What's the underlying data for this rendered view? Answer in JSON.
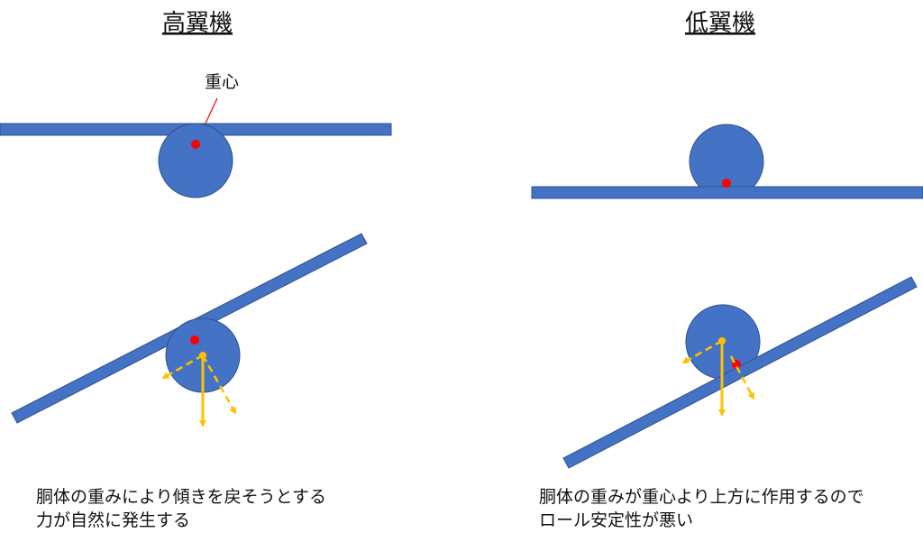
{
  "panels": {
    "left": {
      "title": "高翼機",
      "cg_label": "重心",
      "caption_lines": [
        "胴体の重みにより傾きを戻そうとする",
        "力が自然に発生する"
      ]
    },
    "right": {
      "title": "低翼機",
      "caption_lines": [
        "胴体の重みが重心より上方に作用するので",
        "ロール安定性が悪い"
      ]
    }
  },
  "colors": {
    "wing_fill": "#4472c4",
    "wing_stroke": "#2f528f",
    "cg_dot": "#ff0000",
    "force_arrow": "#ffc000",
    "leader_line": "#ff0000",
    "text": "#111111"
  }
}
